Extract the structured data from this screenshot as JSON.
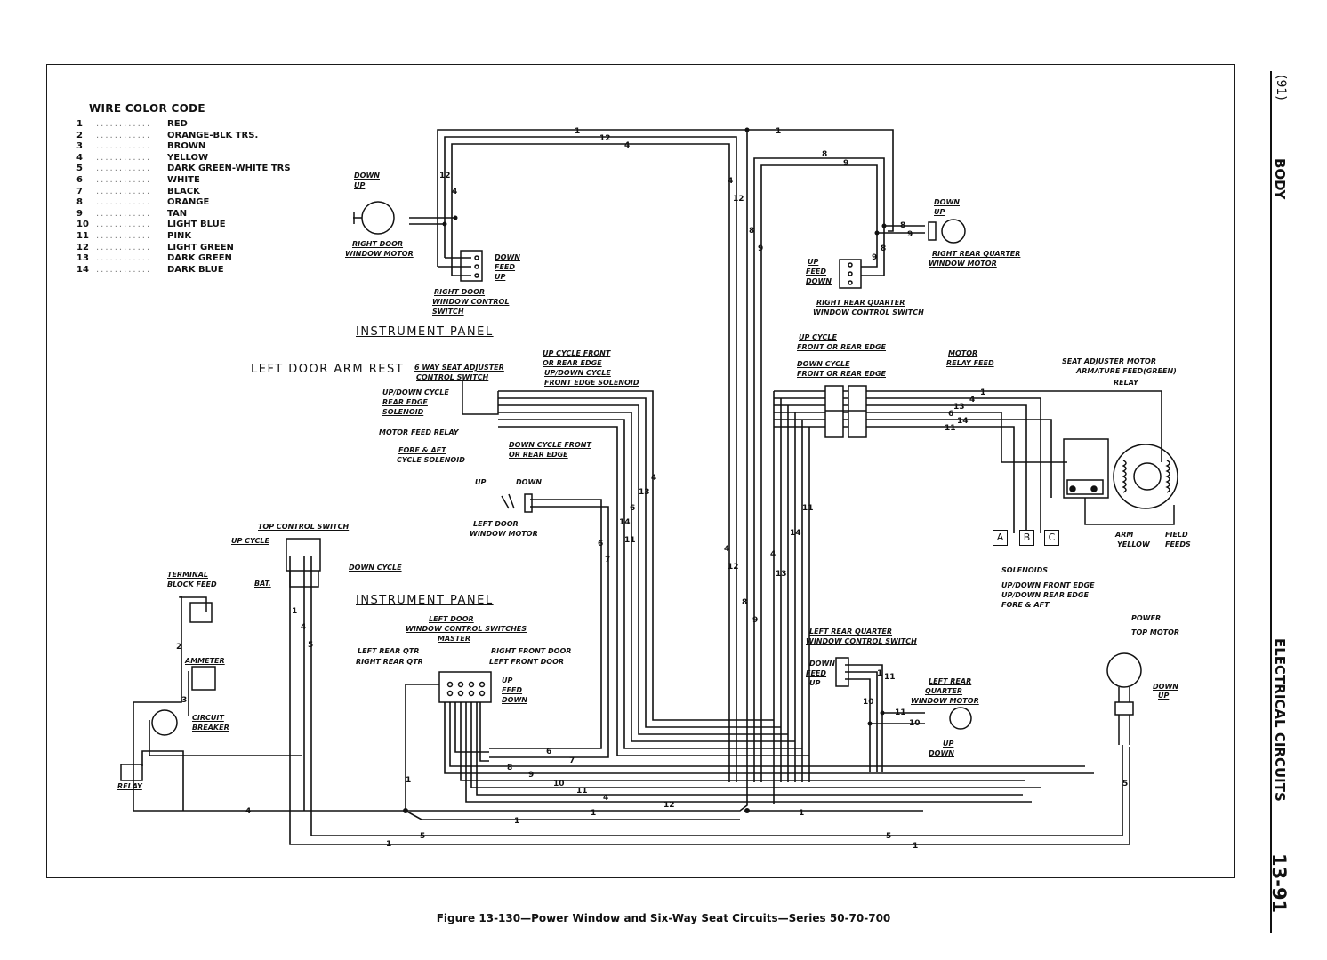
{
  "legend": {
    "title": "WIRE COLOR CODE",
    "items": [
      {
        "num": "1",
        "color": "RED"
      },
      {
        "num": "2",
        "color": "ORANGE-BLK TRS."
      },
      {
        "num": "3",
        "color": "BROWN"
      },
      {
        "num": "4",
        "color": "YELLOW"
      },
      {
        "num": "5",
        "color": "DARK GREEN-WHITE TRS"
      },
      {
        "num": "6",
        "color": "WHITE"
      },
      {
        "num": "7",
        "color": "BLACK"
      },
      {
        "num": "8",
        "color": "ORANGE"
      },
      {
        "num": "9",
        "color": "TAN"
      },
      {
        "num": "10",
        "color": "LIGHT BLUE"
      },
      {
        "num": "11",
        "color": "PINK"
      },
      {
        "num": "12",
        "color": "LIGHT GREEN"
      },
      {
        "num": "13",
        "color": "DARK GREEN"
      },
      {
        "num": "14",
        "color": "DARK BLUE"
      }
    ],
    "dots": "............"
  },
  "labels": {
    "rd_down": "DOWN",
    "rd_up": "UP",
    "rd_motor_1": "RIGHT DOOR",
    "rd_motor_2": "WINDOW MOTOR",
    "rd_sw_down": "DOWN",
    "rd_sw_feed": "FEED",
    "rd_sw_up": "UP",
    "rd_switch_1": "RIGHT DOOR",
    "rd_switch_2": "WINDOW CONTROL",
    "rd_switch_3": "SWITCH",
    "instrument_panel_top": "INSTRUMENT PANEL",
    "rrq_down": "DOWN",
    "rrq_up": "UP",
    "rrq_motor_1": "RIGHT REAR QUARTER",
    "rrq_motor_2": "WINDOW MOTOR",
    "rrq_sw_up": "UP",
    "rrq_sw_feed": "FEED",
    "rrq_sw_down": "DOWN",
    "rrq_switch_1": "RIGHT REAR QUARTER",
    "rrq_switch_2": "WINDOW CONTROL SWITCH",
    "left_door_arm_rest": "LEFT DOOR ARM REST",
    "seat_adj_1": "6 WAY SEAT ADJUSTER",
    "seat_adj_2": "CONTROL SWITCH",
    "up_cycle_front_1": "UP CYCLE FRONT",
    "up_cycle_front_2": "OR REAR EDGE",
    "updown_front_1": "UP/DOWN CYCLE",
    "updown_front_2": "FRONT EDGE SOLENOID",
    "updown_rear_1": "UP/DOWN CYCLE",
    "updown_rear_2": "REAR EDGE",
    "updown_rear_3": "SOLENOID",
    "motor_feed_relay": "MOTOR FEED RELAY",
    "fore_aft_1": "FORE & AFT",
    "fore_aft_2": "CYCLE SOLENOID",
    "down_cycle_front_1": "DOWN CYCLE FRONT",
    "down_cycle_front_2": "OR REAR EDGE",
    "ld_up": "UP",
    "ld_down": "DOWN",
    "ld_motor_1": "LEFT DOOR",
    "ld_motor_2": "WINDOW MOTOR",
    "up_cycle_r_1": "UP CYCLE",
    "up_cycle_r_2": "FRONT OR REAR EDGE",
    "down_cycle_r_1": "DOWN CYCLE",
    "down_cycle_r_2": "FRONT OR REAR EDGE",
    "motor_relay_feed_1": "MOTOR",
    "motor_relay_feed_2": "RELAY FEED",
    "seat_motor_1": "SEAT ADJUSTER MOTOR",
    "seat_motor_2": "ARMATURE FEED(GREEN)",
    "relay_r": "RELAY",
    "arm": "ARM",
    "yellow": "YELLOW",
    "field_1": "FIELD",
    "field_2": "FEEDS",
    "solenoid_a": "A",
    "solenoid_b": "B",
    "solenoid_c": "C",
    "solenoids": "SOLENOIDS",
    "sol_a_desc": "UP/DOWN FRONT EDGE",
    "sol_b_desc": "UP/DOWN REAR EDGE",
    "sol_c_desc": "FORE & AFT",
    "top_control_switch": "TOP CONTROL SWITCH",
    "up_cycle_top": "UP CYCLE",
    "down_cycle_top": "DOWN CYCLE",
    "bat": "BAT.",
    "terminal_1": "TERMINAL",
    "terminal_2": "BLOCK FEED",
    "instrument_panel_bottom": "INSTRUMENT PANEL",
    "ld_master_1": "LEFT DOOR",
    "ld_master_2": "WINDOW CONTROL SWITCHES",
    "ld_master_3": "MASTER",
    "left_rear_qtr": "LEFT REAR QTR",
    "right_rear_qtr": "RIGHT REAR QTR",
    "right_front_door": "RIGHT FRONT DOOR",
    "left_front_door": "LEFT FRONT DOOR",
    "master_up": "UP",
    "master_feed": "FEED",
    "master_down": "DOWN",
    "lrq_switch_1": "LEFT REAR QUARTER",
    "lrq_switch_2": "WINDOW CONTROL SWITCH",
    "lrq_down": "DOWN",
    "lrq_feed": "FEED",
    "lrq_up": "UP",
    "lrq_motor_1": "LEFT REAR",
    "lrq_motor_2": "QUARTER",
    "lrq_motor_3": "WINDOW MOTOR",
    "lrq_m_up": "UP",
    "lrq_m_down": "DOWN",
    "ammeter": "AMMETER",
    "circuit_1": "CIRCUIT",
    "circuit_2": "BREAKER",
    "relay_l": "RELAY",
    "power_1": "POWER",
    "power_2": "TOP MOTOR",
    "ptm_down": "DOWN",
    "ptm_up": "UP"
  },
  "wire_numbers": {
    "top_1": "1",
    "top_12": "12",
    "top_4": "4",
    "top_1b": "1",
    "rd_12": "12",
    "rd_4": "4",
    "r_8": "8",
    "r_9": "9",
    "rq_8": "8",
    "rq_9": "9",
    "rq_8b": "8",
    "rq_9b": "9",
    "rq_1": "1",
    "v_4": "4",
    "v_12": "12",
    "v_8": "8",
    "v_9": "9",
    "s_1": "1",
    "s_4": "4",
    "s_13": "13",
    "s_6": "6",
    "s_14": "14",
    "s_11": "11",
    "m_4": "4",
    "m_13": "13",
    "m_14": "14",
    "m_6": "6",
    "m_11": "11",
    "m_6b": "6",
    "m_7": "7",
    "c_4": "4",
    "c_12": "12",
    "c_8": "8",
    "c_9": "9",
    "c_4b": "4",
    "c_13": "13",
    "c_14": "14",
    "c_11": "11",
    "t_1": "1",
    "t_4": "4",
    "t_5": "5",
    "t_2": "2",
    "t_3": "3",
    "b_6": "6",
    "b_7": "7",
    "b_8": "8",
    "b_9": "9",
    "b_10": "10",
    "b_11": "11",
    "b_4": "4",
    "b_12": "12",
    "b_1": "1",
    "b_1b": "1",
    "b_1c": "1",
    "b_4b": "4",
    "b_5": "5",
    "b_5b": "5",
    "b_1d": "1",
    "b_1e": "1",
    "b_1f": "1",
    "b_1g": "1",
    "lrq_11": "11",
    "lrq_10": "10",
    "lrq_11b": "11",
    "lrq_10b": "10",
    "lrq_1": "1",
    "p_5": "5"
  },
  "side": {
    "page_paren": "(91)",
    "section": "BODY",
    "chapter": "ELECTRICAL CIRCUITS",
    "page": "13-91"
  },
  "caption": "Figure 13-130—Power Window and Six-Way Seat Circuits—Series 50-70-700"
}
